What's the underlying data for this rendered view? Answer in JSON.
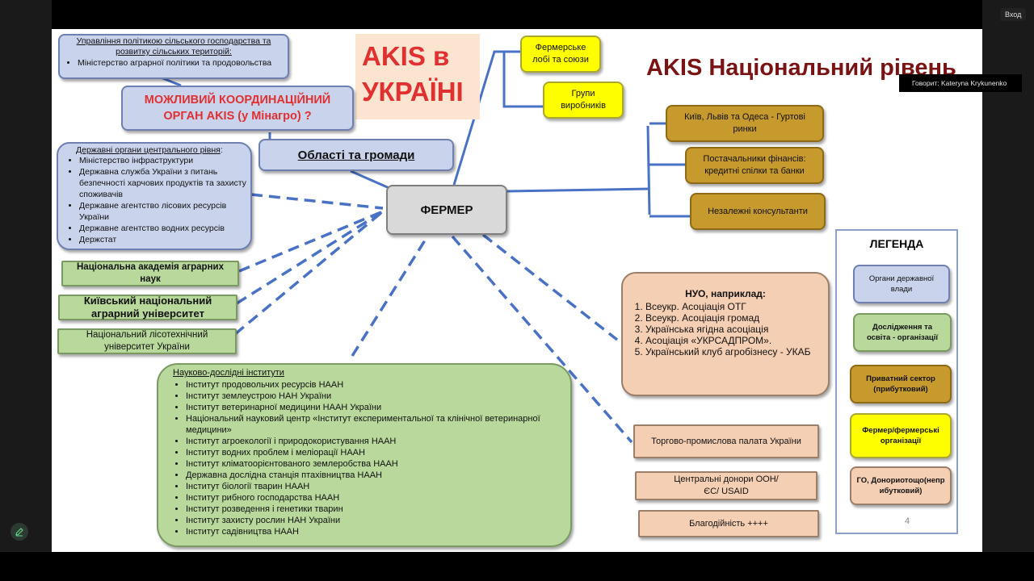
{
  "window": {
    "login_label": "Вход",
    "speaker_label": "Говорит: Kateryna Krykunenko"
  },
  "slide": {
    "title_left": "AKIS в УКРАЇНІ",
    "title_right": "AKIS Національний рівень",
    "page_number": "4",
    "mgmt_box": {
      "heading": "Управління політикою сільського господарства та розвитку сільських територій:",
      "items": [
        "Міністерство аграрної політики та продовольства"
      ]
    },
    "coord_box": "МОЖЛИВИЙ КООРДИНАЦІЙНИЙ ОРГАН AKIS (у Мінагро) ?",
    "regions_box": "Області та громади",
    "state_box": {
      "heading": "Державні органи центрального рівня",
      "items": [
        "Міністерство інфраструктури",
        "Державна служба України з питань безпечності харчових продуктів та захисту споживачів",
        "Державне агентство лісових ресурсів України",
        "Державне агентство водних ресурсів",
        "Держстат"
      ]
    },
    "farmer_box": "ФЕРМЕР",
    "edu_boxes": [
      "Національна академія аграрних наук",
      "Київський національний аграрний університет",
      "Національний лісотехнічний університет України"
    ],
    "research_box": {
      "heading": "Науково-дослідні інститути",
      "items": [
        "Інститут продовольчих ресурсів НААН",
        "Інститут землеустрою НАН України",
        "Інститут ветеринарної медицини НААН України",
        "Національний науковий центр «Інститут експериментальної та клінічної ветеринарної медицини»",
        "Інститут агроекології і природокористування НААН",
        "Інститут водних проблем і меліорації НААН",
        "Інститут кліматоорієнтованого землеробства НААН",
        "Державна дослідна станція птахівництва НААН",
        "Інститут біології тварин НААН",
        "Інститут рибного господарства НААН",
        "Інститут розведення і генетики тварин",
        "Інститут захисту рослин НАН України",
        "Інститут садівництва НААН"
      ]
    },
    "lobby_box": "Фермерське лобі та союзи",
    "producers_box": "Групи виробників",
    "private_boxes": [
      "Київ, Львів та Одеса - Гуртові ринки",
      "Постачальники фінансів: кредитні спілки та банки",
      "Незалежні консультанти"
    ],
    "ngo_box": {
      "heading": "НУО, наприклад:",
      "items": [
        "Всеукр. Асоціація ОТГ",
        "Всеукр. Асоціація громад",
        "Українська ягідна асоціація",
        "Асоціація «УКРСАДПРОМ».",
        "Український клуб агробізнесу - УКАБ"
      ]
    },
    "chamber_box": "Торгово-промислова палата України",
    "donors_box": "Центральні донори ООН/ ЄС/ USAID",
    "charity_box": "Благодійність ++++",
    "legend": {
      "title": "ЛЕГЕНДА",
      "items": [
        "Органи державної влади",
        "Дослідження та освіта - організації",
        "Приватний сектор (прибутковий)",
        "Фермер/фермерські організації",
        "ГО, Донориотощо(неприбутковий)"
      ]
    },
    "colors": {
      "government": "#c9d3ec",
      "research": "#b8d89c",
      "private": "#c69a2c",
      "farmer": "#fefe00",
      "ngo": "#f5cfb4",
      "title_red": "#e03030",
      "title_dark_red": "#7a1414",
      "title_bg": "#fbe5d1",
      "connector": "#4a72c4"
    }
  }
}
